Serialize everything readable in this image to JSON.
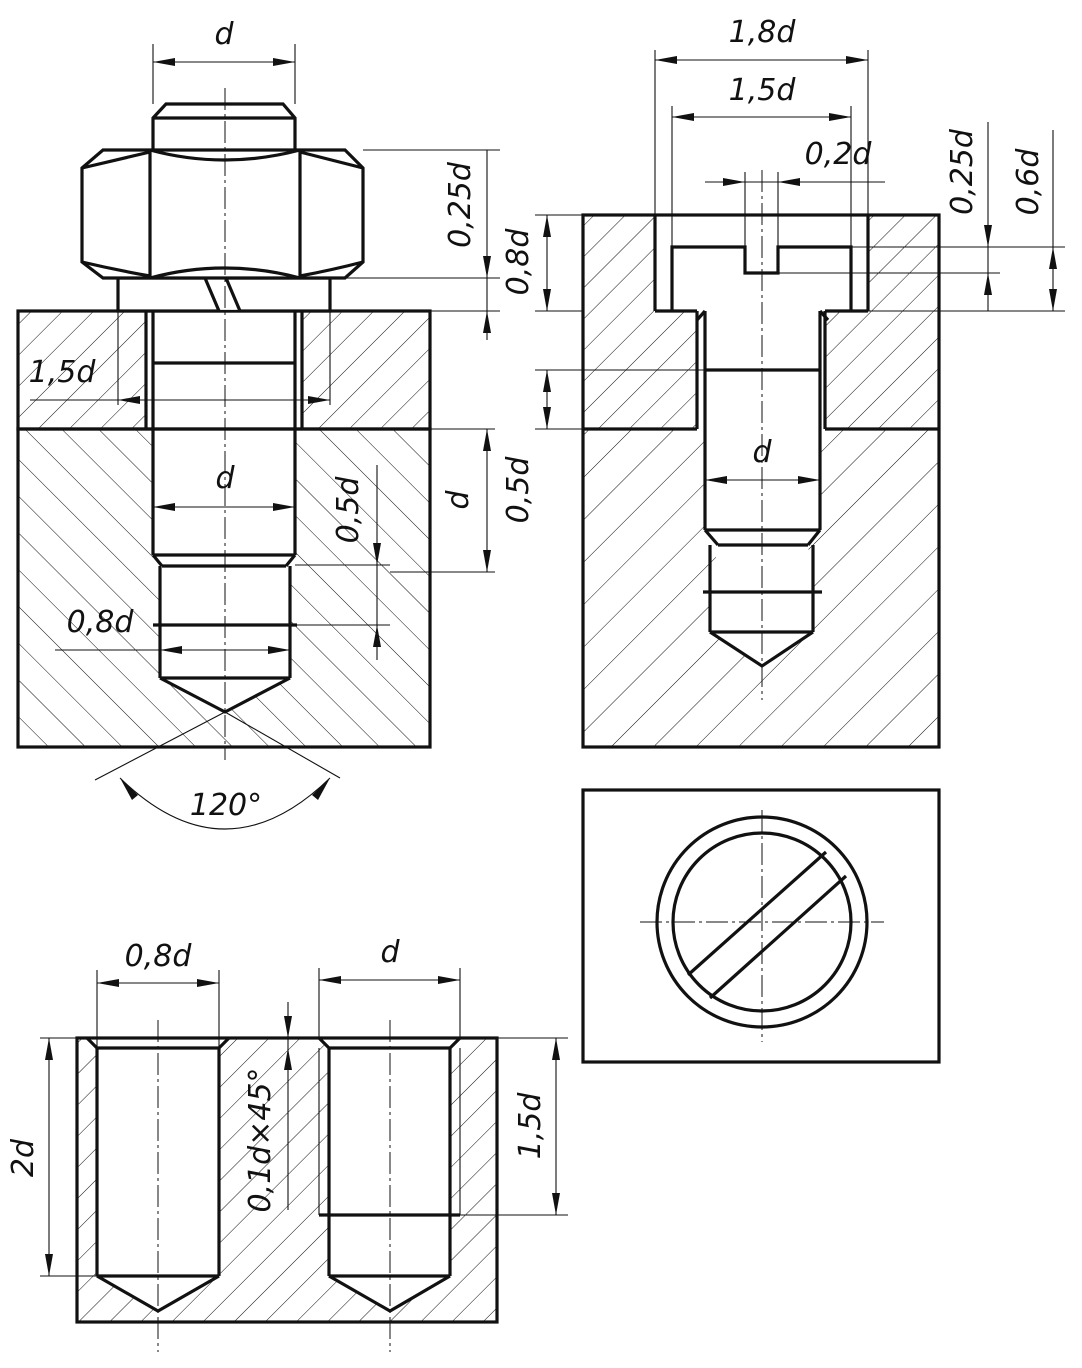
{
  "colors": {
    "ink": "#111111",
    "paper": "#ffffff"
  },
  "labels": {
    "bolt_d_top": "d",
    "bolt_025d": "0,25d",
    "bolt_08d_side": "0,8d",
    "bolt_15d": "1,5d",
    "bolt_d_mid": "d",
    "bolt_05d": "0,5d",
    "bolt_d_right": "d",
    "bolt_05d_right": "0,5d",
    "bolt_08d_tap": "0,8d",
    "bolt_angle": "120°",
    "screw_18d": "1,8d",
    "screw_15d": "1,5d",
    "screw_02d": "0,2d",
    "screw_025d": "0,25d",
    "screw_06d": "0,6d",
    "screw_d": "d",
    "hole_08d": "0,8d",
    "hole_d": "d",
    "hole_2d": "2d",
    "hole_chamfer": "0,1d×45°",
    "hole_15d": "1,5d"
  }
}
